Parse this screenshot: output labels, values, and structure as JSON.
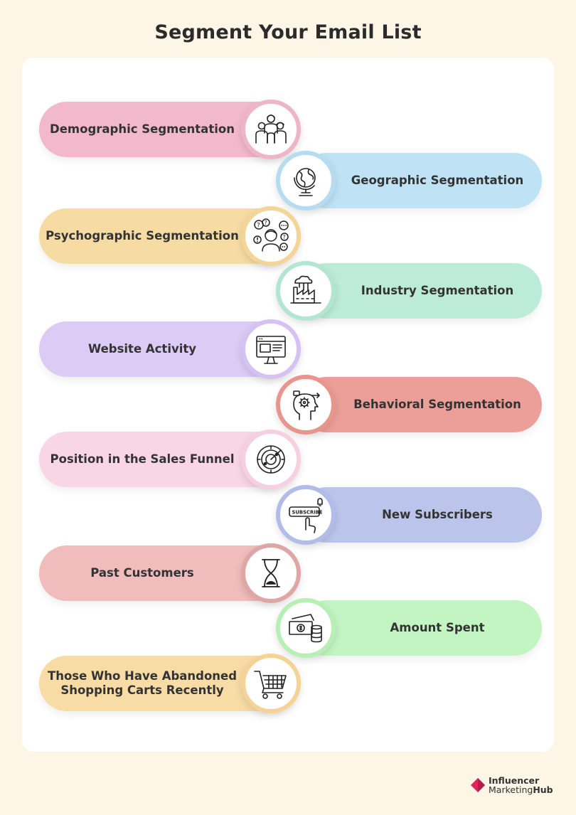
{
  "title": "Segment Your Email List",
  "items": [
    {
      "label": "Demographic Segmentation",
      "icon": "people-group-icon",
      "color": "#f2b8cc",
      "ring": "#eeb5c8"
    },
    {
      "label": "Geographic Segmentation",
      "icon": "globe-icon",
      "color": "#bfe2f5",
      "ring": "#b6dcf2"
    },
    {
      "label": "Psychographic Segmentation",
      "icon": "thinking-person-icon",
      "color": "#f6dca3",
      "ring": "#f3d597"
    },
    {
      "label": "Industry Segmentation",
      "icon": "factory-icon",
      "color": "#bdebd9",
      "ring": "#b3e6d1"
    },
    {
      "label": "Website Activity",
      "icon": "monitor-icon",
      "color": "#dccbf5",
      "ring": "#d5c2f3"
    },
    {
      "label": "Behavioral Segmentation",
      "icon": "head-gears-icon",
      "color": "#ec9f98",
      "ring": "#e8958e"
    },
    {
      "label": "Position in the Sales Funnel",
      "icon": "radar-icon",
      "color": "#f9d6e6",
      "ring": "#f6cfe0"
    },
    {
      "label": "New Subscribers",
      "icon": "subscribe-button-icon",
      "color": "#bbc5ec",
      "ring": "#b2bce8"
    },
    {
      "label": "Past Customers",
      "icon": "hourglass-icon",
      "color": "#f0bcbc",
      "ring": "#dfa6a6"
    },
    {
      "label": "Amount Spent",
      "icon": "money-coins-icon",
      "color": "#c3f5c2",
      "ring": "#b6f0b5"
    },
    {
      "label": "Those Who Have Abandoned Shopping Carts Recently",
      "icon": "shopping-cart-icon",
      "color": "#f8dca6",
      "ring": "#f5d397"
    }
  ],
  "subscribe_text": "SUBSCRIBE",
  "brand": {
    "line1": "Influencer",
    "line2a": "Marketing",
    "line2b": "Hub",
    "color": "#e0245e"
  }
}
